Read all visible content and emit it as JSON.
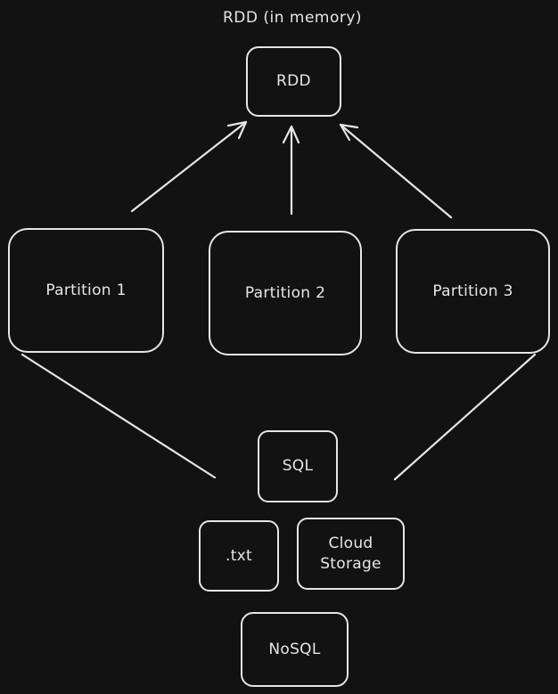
{
  "diagram": {
    "title": "RDD (in memory)",
    "rdd_label": "RDD",
    "partitions": [
      {
        "label": "Partition 1"
      },
      {
        "label": "Partition 2"
      },
      {
        "label": "Partition 3"
      }
    ],
    "sources": {
      "sql": "SQL",
      "txt": ".txt",
      "cloud": "Cloud\nStorage",
      "nosql": "NoSQL"
    },
    "colors": {
      "background": "#121212",
      "stroke": "#e6e6e6"
    }
  }
}
